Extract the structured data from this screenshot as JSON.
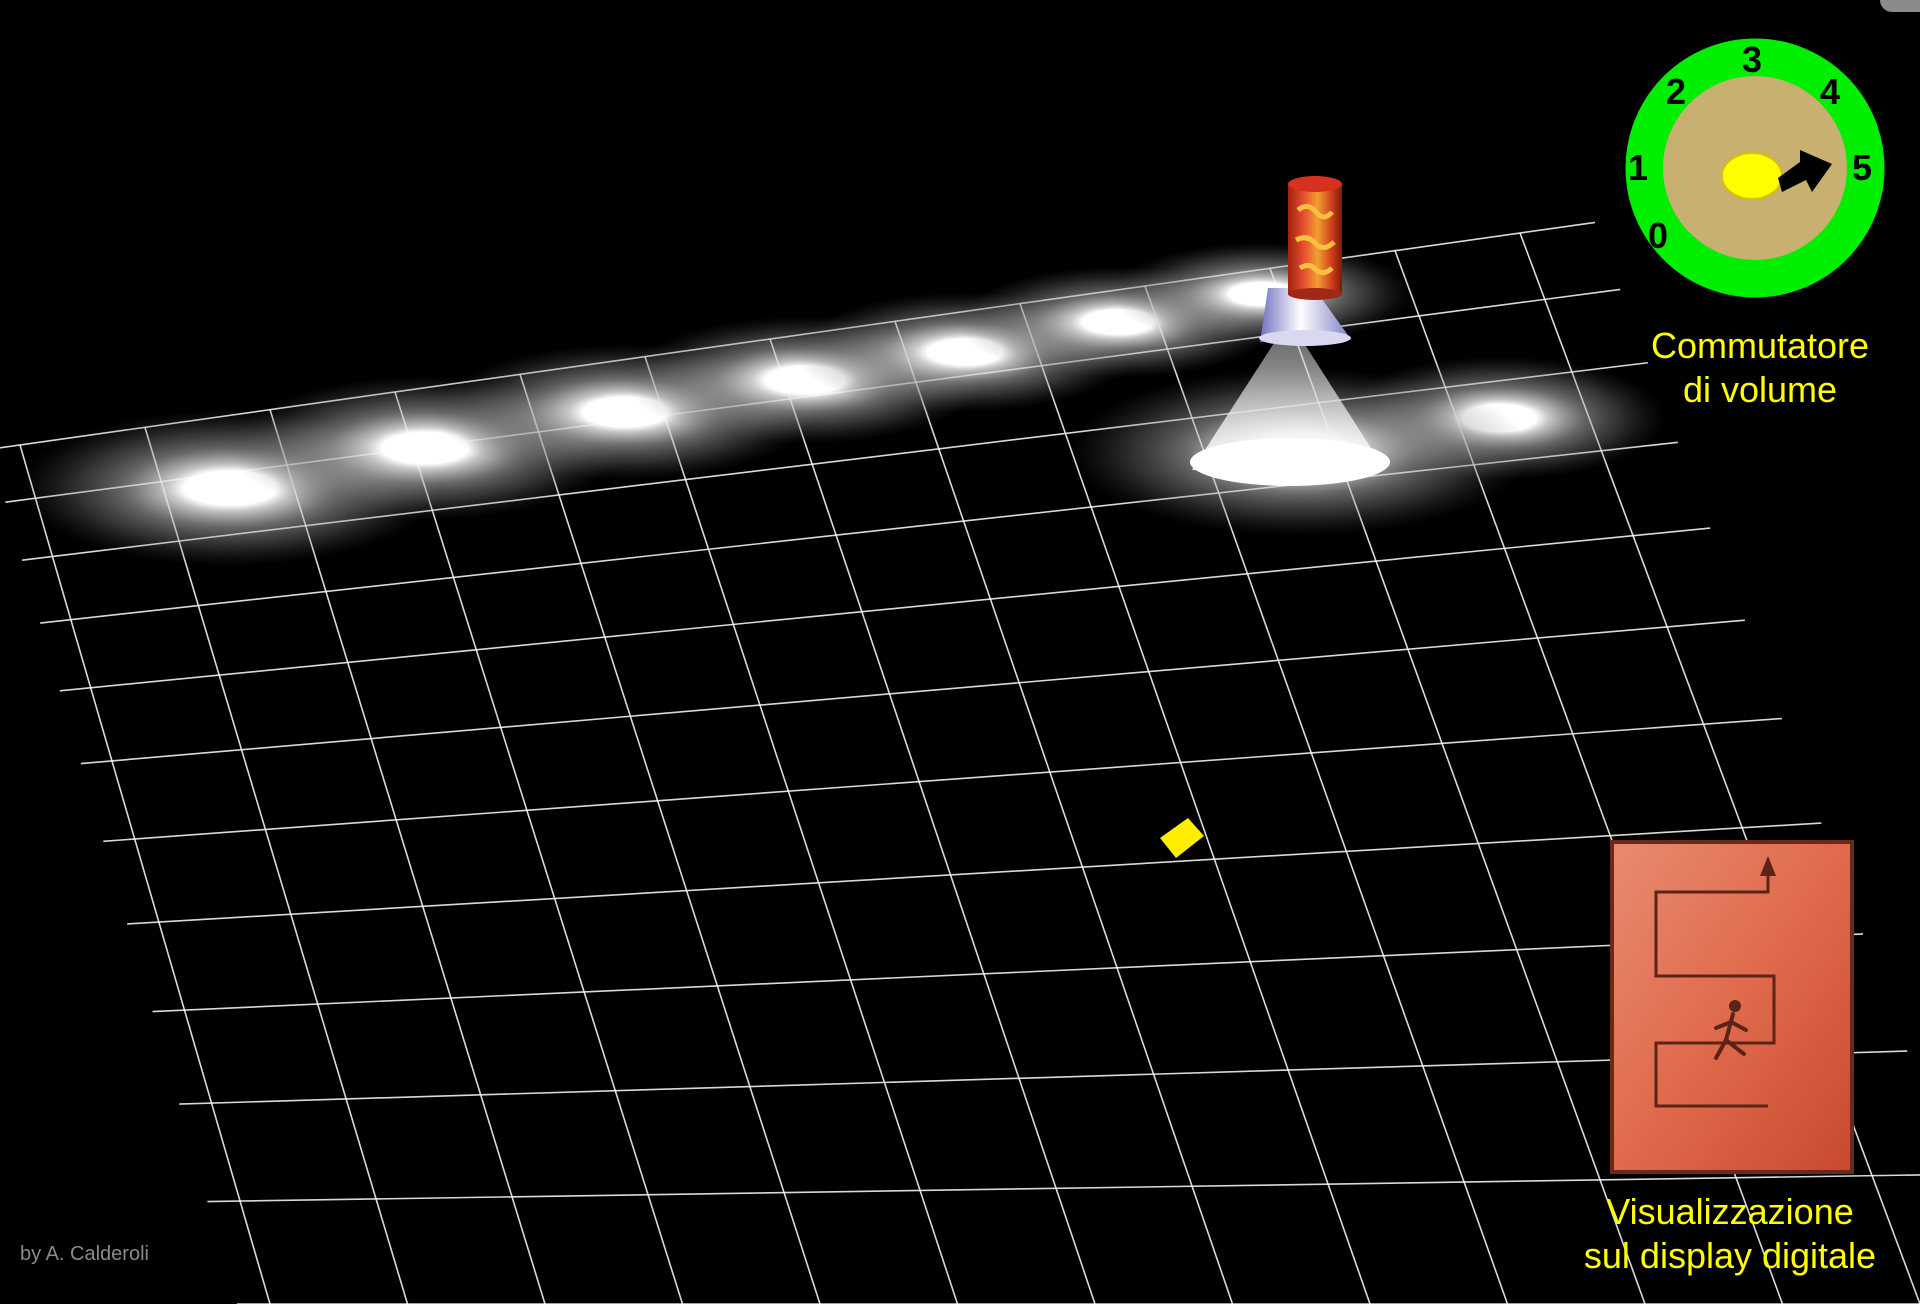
{
  "volume_switch": {
    "labels": [
      "0",
      "1",
      "2",
      "3",
      "4",
      "5"
    ],
    "selected_position": "5",
    "caption_line1": "Commutatore",
    "caption_line2": "di volume",
    "colors": {
      "ring": "#00ee00",
      "face": "#c8b070",
      "center": "#ffff00",
      "arrow": "#000000"
    }
  },
  "digital_display": {
    "caption_line1": "Visualizzazione",
    "caption_line2": "sul display digitale",
    "icon": "evacuation-route-running-man-icon",
    "colors": {
      "panel": "#e06a4c",
      "caption": "#ffff00"
    }
  },
  "credit": "by A. Calderoli",
  "colors": {
    "background": "#000000",
    "grid": "#ffffff",
    "marker": "#ffee00"
  }
}
